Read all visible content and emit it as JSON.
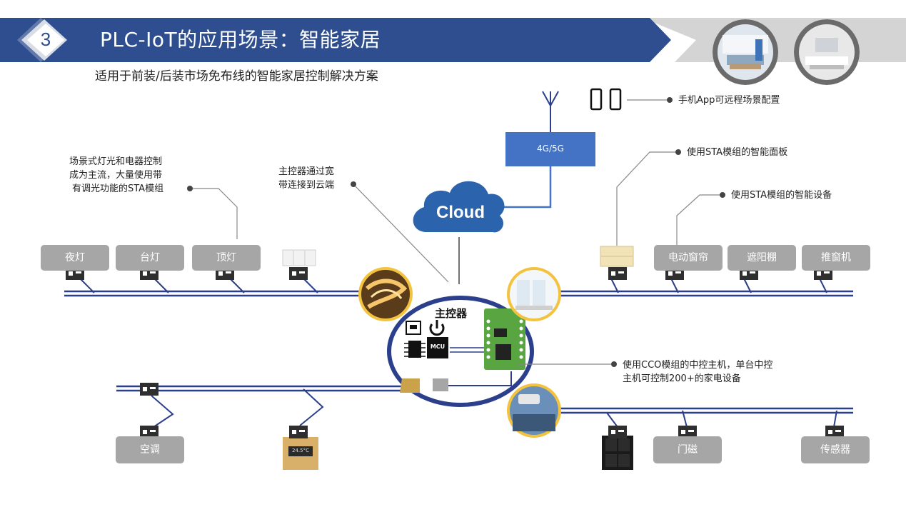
{
  "header": {
    "section_number": "3",
    "title": "PLC-IoT的应用场景：智能家居",
    "subtitle": "适用于前装/后装市场免布线的智能家居控制解决方案"
  },
  "network": {
    "tower_label": "4G/5G",
    "cloud_label": "Cloud"
  },
  "controller": {
    "title": "主控器",
    "mcu_label": "MCU"
  },
  "devices": {
    "top_left": [
      "夜灯",
      "台灯",
      "顶灯"
    ],
    "top_right": [
      "电动窗帘",
      "遮阳棚",
      "推窗机"
    ],
    "bottom_left": [
      "空调"
    ],
    "bottom_right": [
      "门磁",
      "传感器"
    ]
  },
  "thermostat_display": "24.5°C",
  "annotations": {
    "phone_app": "手机App可远程场景配置",
    "smart_panel": "使用STA模组的智能面板",
    "smart_device": "使用STA模组的智能设备",
    "lighting": [
      "场景式灯光和电器控制",
      "成为主流，大量使用带",
      "有调光功能的STA模组"
    ],
    "broadband": [
      "主控器通过宽",
      "带连接到云端"
    ],
    "cco": [
      "使用CCO模组的中控主机，单台中控",
      "主机可控制200+的家电设备"
    ]
  },
  "colors": {
    "banner_blue": "#2e4e8f",
    "bus_blue": "#2b3f8c",
    "tower_blue": "#4472c4",
    "label_gray": "#a6a6a6",
    "photo_gold": "#f0c040"
  }
}
